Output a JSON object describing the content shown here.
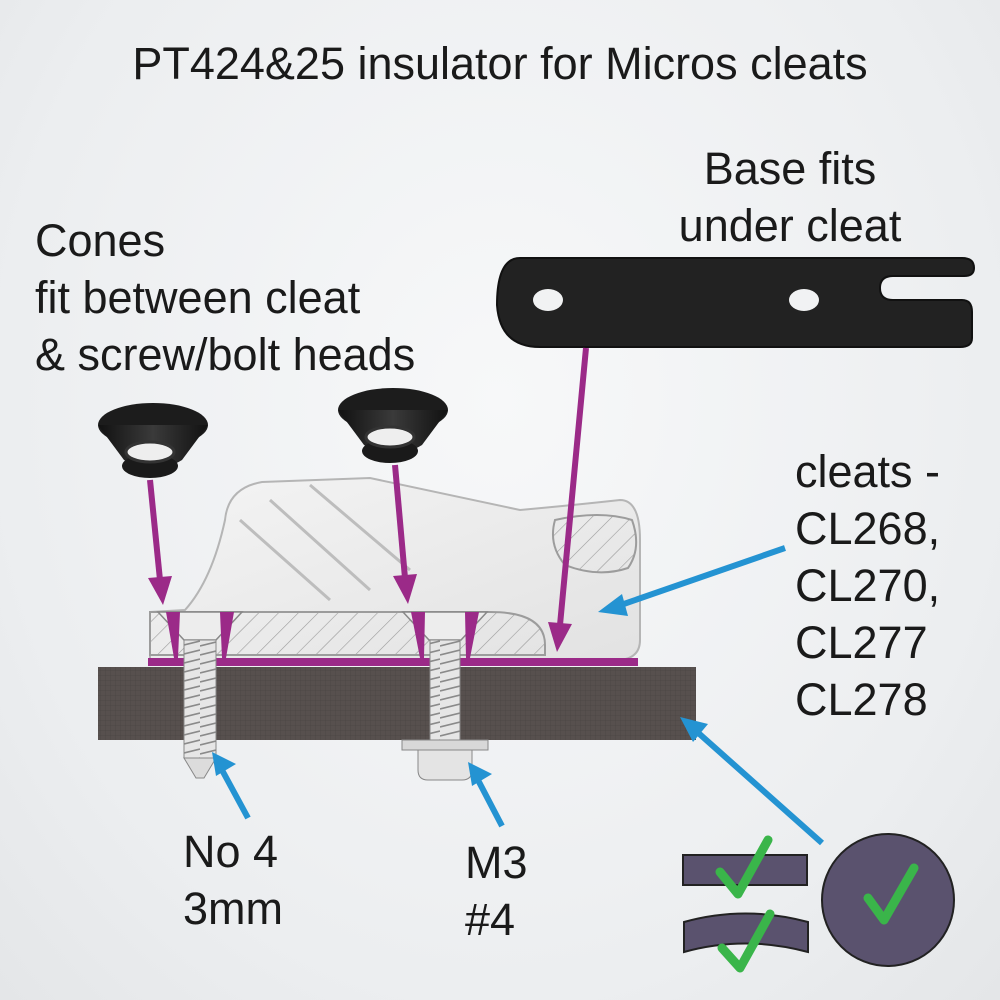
{
  "title": "PT424&25 insulator for Micros cleats",
  "base_label": [
    "Base fits",
    "under cleat"
  ],
  "cones_label": [
    "Cones",
    "fit between cleat",
    "& screw/bolt heads"
  ],
  "cleats_label": [
    "cleats -",
    "CL268,",
    "CL270,",
    "CL277",
    "CL278"
  ],
  "no4_label": [
    "No 4",
    "3mm"
  ],
  "m3_label": [
    "M3",
    "#4"
  ],
  "colors": {
    "pointer_purple": "#9b2a88",
    "pointer_blue": "#2493d2",
    "deck_dark": "#57504e",
    "part_black": "#1f1f1f",
    "check_green": "#3ab54a",
    "profile_purple": "#5a526e"
  },
  "icons": [
    "flat-deck-icon",
    "curved-deck-icon",
    "round-tube-icon",
    "check-icon"
  ]
}
